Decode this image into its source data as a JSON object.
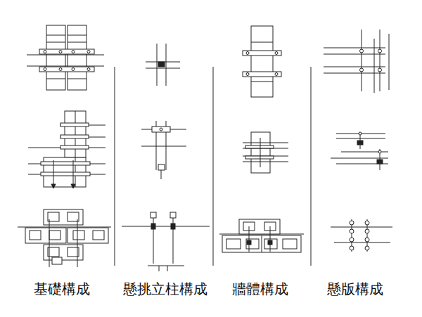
{
  "diagram": {
    "labels": [
      "基礎構成",
      "懸挑立柱構成",
      "牆體構成",
      "懸版構成"
    ]
  }
}
